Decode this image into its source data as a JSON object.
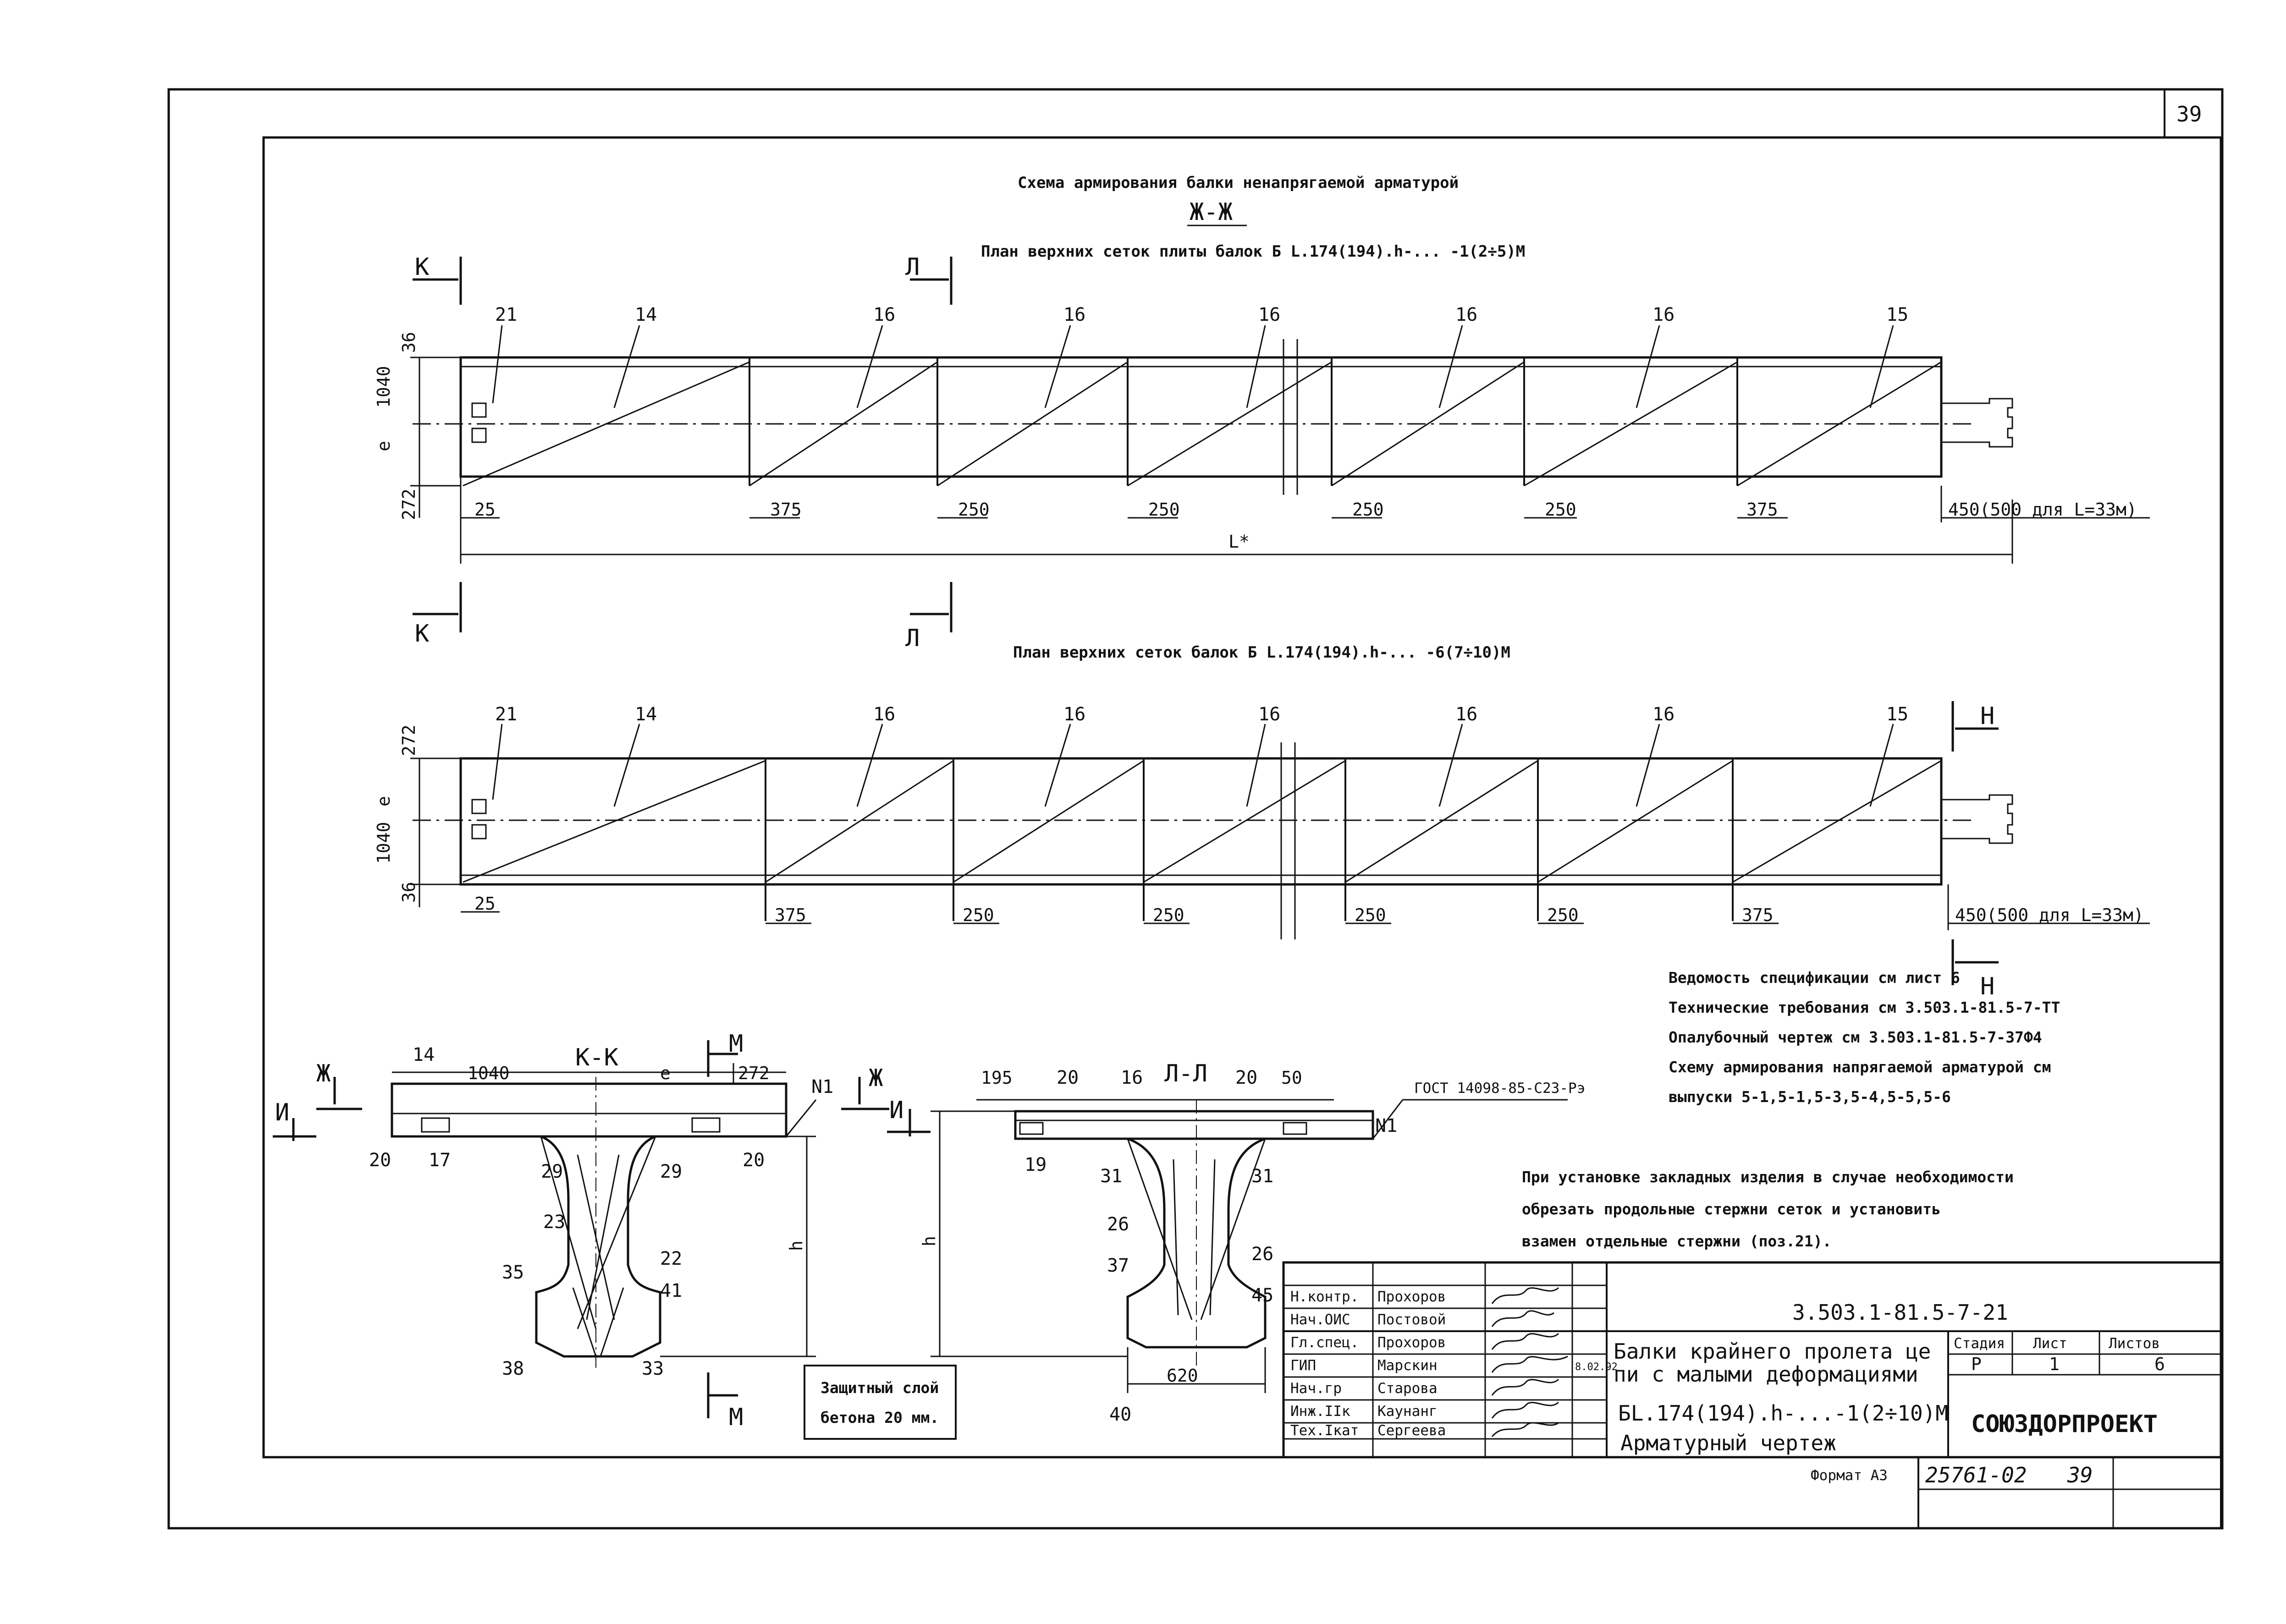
{
  "sheet_number_corner": "39",
  "header": {
    "scheme_title": "Схема армирования балки ненапрягаемой арматурой",
    "section_label": "Ж-Ж",
    "plan1_title": "План верхних сеток плиты балок Б L.174(194).h-... -1(2÷5)М",
    "plan2_title": "План верхних сеток балок Б L.174(194).h-... -6(7÷10)М"
  },
  "plan1": {
    "cut_k": "К",
    "cut_l": "Л",
    "positions": [
      "21",
      "14",
      "16",
      "16",
      "16",
      "16",
      "16",
      "15"
    ],
    "dims_left": [
      "36",
      "1040",
      "e",
      "272"
    ],
    "dims_bottom": [
      "25",
      "375",
      "250",
      "250",
      "250",
      "250",
      "375"
    ],
    "end_dim": "450(500 для L=33м)",
    "length_label": "L*"
  },
  "plan2": {
    "cut_n": "Н",
    "positions": [
      "21",
      "14",
      "16",
      "16",
      "16",
      "16",
      "16",
      "15"
    ],
    "dims_left": [
      "272",
      "e",
      "1040",
      "36"
    ],
    "dims_bottom": [
      "25",
      "375",
      "250",
      "250",
      "250",
      "250",
      "375"
    ],
    "end_dim": "450(500 для L=33м)"
  },
  "notes": [
    "Ведомость спецификации см лист 6",
    "Технические требования см 3.503.1-81.5-7-ТТ",
    "Опалубочный чертеж см 3.503.1-81.5-7-37Ф4",
    "Схему армирования напрягаемой арматурой см",
    "выпуски 5-1,5-1,5-3,5-4,5-5,5-6"
  ],
  "embedded_note": [
    "При установке закладных изделия в случае необходимости",
    "обрезать продольные стержни сеток и установить",
    "взамен отдельные стержни (поз.21)."
  ],
  "section_kk": {
    "title": "К-К",
    "labels": [
      "14",
      "1040",
      "e",
      "272",
      "N1",
      "20",
      "17",
      "29",
      "29",
      "20",
      "23",
      "22",
      "41",
      "35",
      "38",
      "33",
      "h"
    ],
    "cut_m": "М",
    "cut_zh": "Ж",
    "cut_i": "И"
  },
  "section_ll": {
    "title": "Л-Л",
    "labels": [
      "195",
      "20",
      "16",
      "20",
      "50",
      "N1",
      "19",
      "31",
      "31",
      "26",
      "26",
      "37",
      "45",
      "620",
      "40",
      "h"
    ],
    "gost": "ГОСТ 14098-85-С23-Рэ",
    "cut_i": "И"
  },
  "cover_note": [
    "Защитный слой",
    "бетона 20 мм."
  ],
  "stamp": {
    "code": "3.503.1-81.5-7-21",
    "rows": [
      {
        "role": "Н.контр.",
        "name": "Прохоров"
      },
      {
        "role": "Нач.ОИС",
        "name": "Постовой"
      },
      {
        "role": "Гл.спец.",
        "name": "Прохоров"
      },
      {
        "role": "ГИП",
        "name": "Марскин",
        "date": "8.02.92"
      },
      {
        "role": "Нач.гр",
        "name": "Старова"
      },
      {
        "role": "Инж.IIк",
        "name": "Каунанг"
      },
      {
        "role": "Тех.Iкат",
        "name": "Сергеева"
      }
    ],
    "title_lines": [
      "Балки крайнего пролета це",
      "пи с малыми деформациями",
      "БL.174(194).h-...-1(2÷10)М",
      "Арматурный чертеж"
    ],
    "stage_header": "Стадия",
    "sheet_header": "Лист",
    "sheets_header": "Листов",
    "stage": "Р",
    "sheet": "1",
    "sheets": "6",
    "organization": "СОЮЗДОРПРОЕКТ"
  },
  "footer": {
    "format_label": "Формат А3",
    "inventory": "25761-02",
    "page": "39"
  }
}
